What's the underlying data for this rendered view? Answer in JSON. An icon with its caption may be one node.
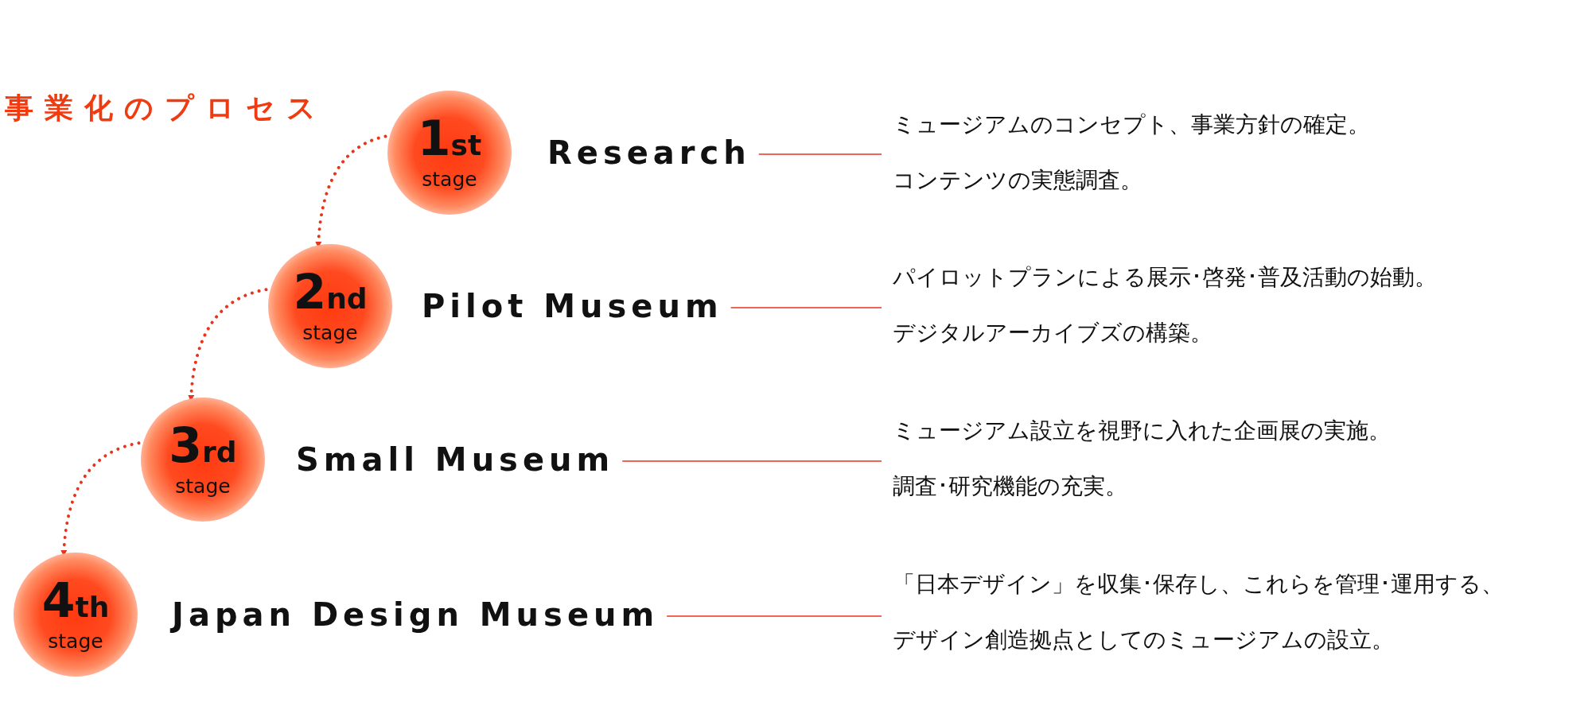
{
  "diagram": {
    "title": "事業化のプロセス",
    "nodes": [
      {
        "text": [
          "1st",
          "stage"
        ]
      },
      {
        "text": [
          "Research"
        ]
      },
      {
        "text": [
          "ミュージアムのコンセプト、事業方針の確定。",
          "コンテンツの実態調査。"
        ]
      },
      {
        "text": [
          "2nd",
          "stage"
        ]
      },
      {
        "text": [
          "Pilot Museum"
        ]
      },
      {
        "text": [
          "パイロットプランによる展示･啓発･普及活動の始動。",
          "デジタルアーカイブズの構築。"
        ]
      },
      {
        "text": [
          "3rd",
          "stage"
        ]
      },
      {
        "text": [
          "Small Museum"
        ]
      },
      {
        "text": [
          "ミュージアム設立を視野に入れた企画展の実施。",
          "調査･研究機能の充実。"
        ]
      },
      {
        "text": [
          "4th",
          "stage"
        ]
      },
      {
        "text": [
          "Japan Design Museum"
        ]
      },
      {
        "text": [
          "「日本デザイン」を収集･保存し、これらを管理･運用する、",
          "デザイン創造拠点としてのミュージアムの設立。"
        ]
      }
    ],
    "edges": [
      {
        "from": 0,
        "to": 3,
        "arrow": "to",
        "style": "dashed"
      },
      {
        "from": 3,
        "to": 6,
        "arrow": "to",
        "style": "dashed"
      },
      {
        "from": 6,
        "to": 9,
        "arrow": "to",
        "style": "dashed"
      },
      {
        "from": 1,
        "to": 2,
        "arrow": "none"
      },
      {
        "from": 4,
        "to": 5,
        "arrow": "none"
      },
      {
        "from": 7,
        "to": 8,
        "arrow": "none"
      },
      {
        "from": 10,
        "to": 11,
        "arrow": "none"
      }
    ]
  }
}
